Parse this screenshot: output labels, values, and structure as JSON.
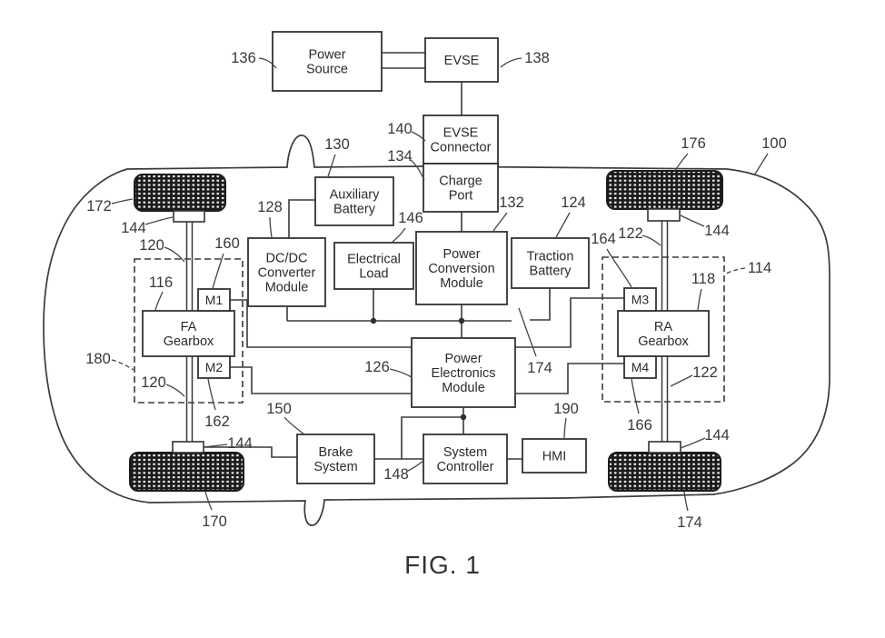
{
  "figure": {
    "caption": "FIG. 1"
  },
  "blocks": [
    {
      "id": "power-source",
      "lines": [
        "Power",
        "Source"
      ],
      "ref": "136"
    },
    {
      "id": "evse",
      "lines": [
        "EVSE"
      ],
      "ref": "138"
    },
    {
      "id": "evse-connector",
      "lines": [
        "EVSE",
        "Connector"
      ],
      "ref": "140"
    },
    {
      "id": "charge-port",
      "lines": [
        "Charge",
        "Port"
      ],
      "ref": "134"
    },
    {
      "id": "auxiliary-battery",
      "lines": [
        "Auxiliary",
        "Battery"
      ],
      "ref": "130"
    },
    {
      "id": "dcdc-converter-module",
      "lines": [
        "DC/DC",
        "Converter",
        "Module"
      ],
      "ref": "128"
    },
    {
      "id": "electrical-load",
      "lines": [
        "Electrical",
        "Load"
      ],
      "ref": "146"
    },
    {
      "id": "power-conversion-module",
      "lines": [
        "Power",
        "Conversion",
        "Module"
      ],
      "ref": "132"
    },
    {
      "id": "traction-battery",
      "lines": [
        "Traction",
        "Battery"
      ],
      "ref": "124"
    },
    {
      "id": "fa-gearbox",
      "lines": [
        "FA",
        "Gearbox"
      ],
      "ref": "116"
    },
    {
      "id": "motor-m1",
      "lines": [
        "M1"
      ],
      "ref": "160"
    },
    {
      "id": "motor-m2",
      "lines": [
        "M2"
      ],
      "ref": "162"
    },
    {
      "id": "ra-gearbox",
      "lines": [
        "RA",
        "Gearbox"
      ],
      "ref": "118"
    },
    {
      "id": "motor-m3",
      "lines": [
        "M3"
      ],
      "ref": "164"
    },
    {
      "id": "motor-m4",
      "lines": [
        "M4"
      ],
      "ref": "166"
    },
    {
      "id": "power-electronics-module",
      "lines": [
        "Power",
        "Electronics",
        "Module"
      ],
      "ref": "126"
    },
    {
      "id": "brake-system",
      "lines": [
        "Brake",
        "System"
      ],
      "ref": "150"
    },
    {
      "id": "system-controller",
      "lines": [
        "System",
        "Controller"
      ],
      "ref": "148"
    },
    {
      "id": "hmi",
      "lines": [
        "HMI"
      ],
      "ref": "190"
    }
  ],
  "callouts": [
    {
      "id": "vehicle",
      "text": "100"
    },
    {
      "id": "rear-drive-unit",
      "text": "114"
    },
    {
      "id": "front-drive-unit",
      "text": "180"
    },
    {
      "id": "front-axle-upper",
      "text": "120"
    },
    {
      "id": "front-axle-lower",
      "text": "120"
    },
    {
      "id": "rear-axle-upper",
      "text": "122"
    },
    {
      "id": "rear-axle-lower",
      "text": "122"
    },
    {
      "id": "hub-front-left",
      "text": "144"
    },
    {
      "id": "hub-top-right",
      "text": "144"
    },
    {
      "id": "hub-bottom-left",
      "text": "144"
    },
    {
      "id": "hub-bottom-right",
      "text": "144"
    },
    {
      "id": "wheel-top-left",
      "text": "172"
    },
    {
      "id": "wheel-bottom-left",
      "text": "170"
    },
    {
      "id": "wheel-top-right",
      "text": "176"
    },
    {
      "id": "wheel-bottom-right",
      "text": "174"
    },
    {
      "id": "hv-bus",
      "text": "174"
    }
  ]
}
